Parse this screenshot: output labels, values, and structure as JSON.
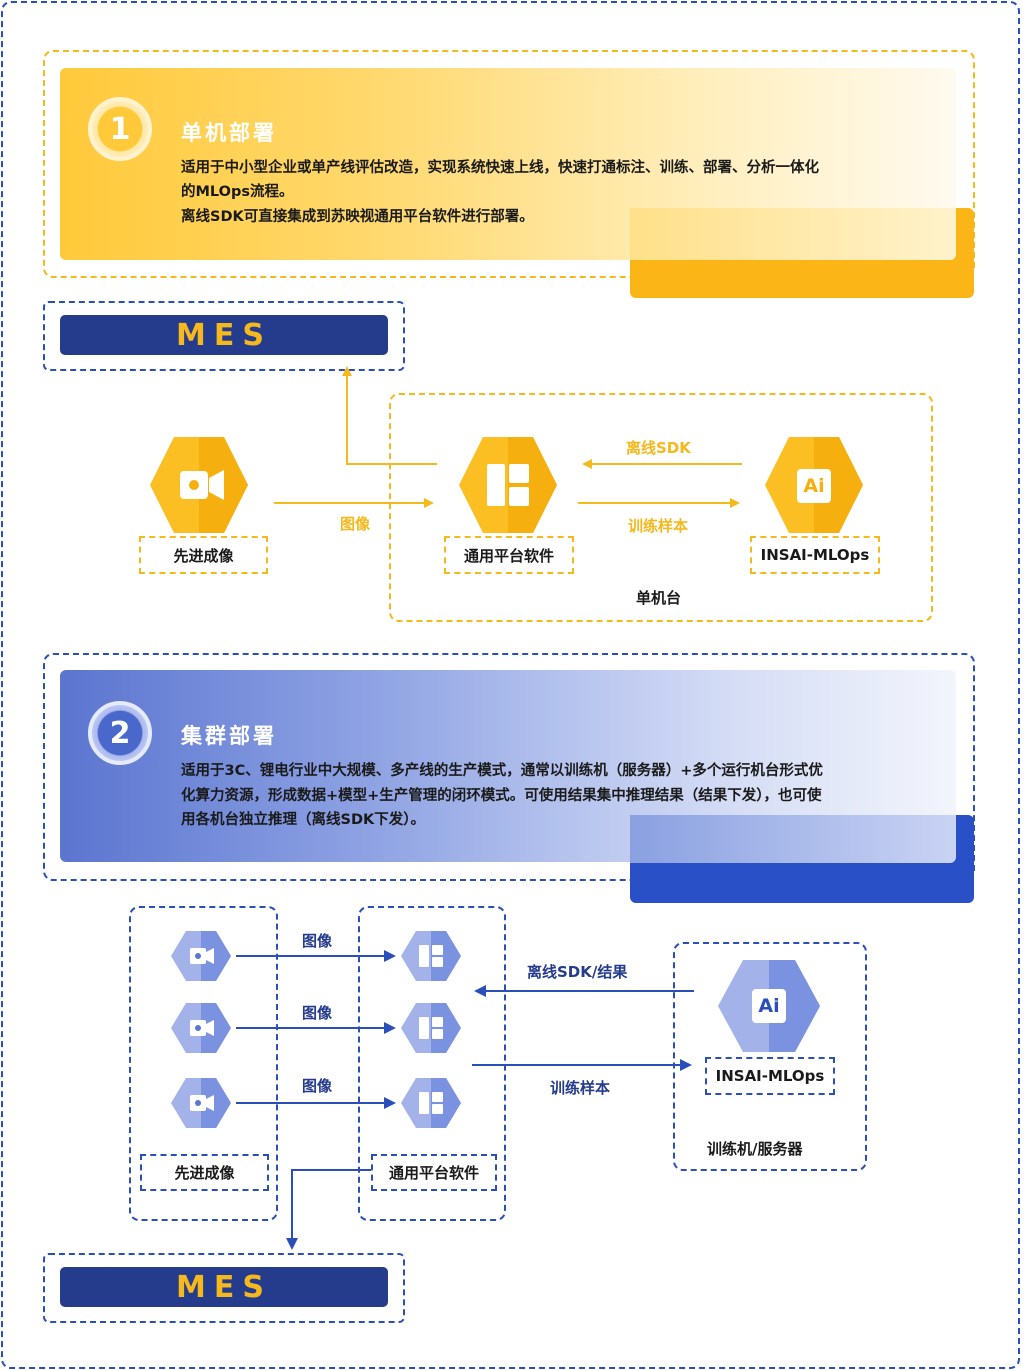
{
  "section1": {
    "number": "1",
    "title": "单机部署",
    "desc_line1": "适用于中小型企业或单产线评估改造，实现系统快速上线，快速打通标注、训练、部署、分析一体化",
    "desc_line2": "的MLOps流程。",
    "desc_line3": "离线SDK可直接集成到苏映视通用平台软件进行部署。"
  },
  "section2": {
    "number": "2",
    "title": "集群部署",
    "desc_line1": "适用于3C、锂电行业中大规模、多产线的生产模式，通常以训练机（服务器）+多个运行机台形式优",
    "desc_line2": "化算力资源，形成数据+模型+生产管理的闭环模式。可使用结果集中推理结果（结果下发），也可使",
    "desc_line3": "用各机台独立推理（离线SDK下发）。"
  },
  "diagram1": {
    "mes": "MES",
    "camera_label": "先进成像",
    "platform_label": "通用平台软件",
    "mlops_label": "INSAI-MLOps",
    "machine_label": "单机台",
    "arrow_image": "图像",
    "arrow_sdk": "离线SDK",
    "arrow_samples": "训练样本",
    "ai_icon_text": "Ai"
  },
  "diagram2": {
    "mes": "MES",
    "camera_label": "先进成像",
    "platform_label": "通用平台软件",
    "mlops_label": "INSAI-MLOps",
    "server_label": "训练机/服务器",
    "arrow_image_1": "图像",
    "arrow_image_2": "图像",
    "arrow_image_3": "图像",
    "arrow_sdk_result": "离线SDK/结果",
    "arrow_samples": "训练样本",
    "ai_icon_text": "Ai"
  },
  "icons": [
    "camera-icon",
    "grid-app-icon",
    "ai-icon"
  ],
  "colors": {
    "yellow": "#f5b81d",
    "blue": "#2a4fb8",
    "navy": "#253b8c"
  }
}
